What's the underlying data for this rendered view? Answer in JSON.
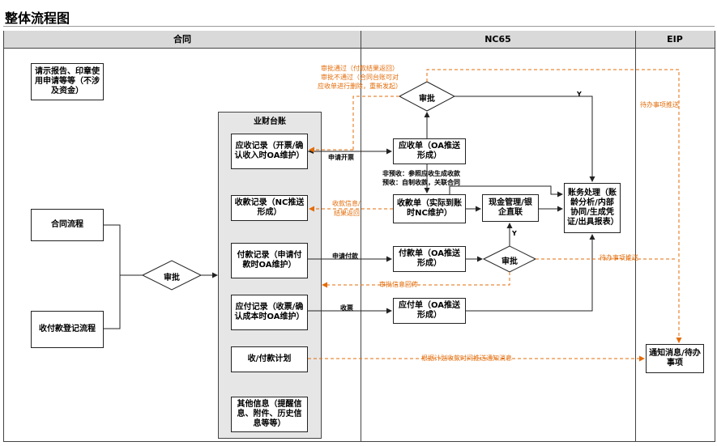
{
  "title": "整体流程图",
  "lanes": {
    "contract": "合同",
    "nc65": "NC65",
    "eip": "EIP"
  },
  "boxes": {
    "request_report": "请示报告、印章使用申请等等（不涉及资金）",
    "contract_flow": "合同流程",
    "payment_reg_flow": "收付款登记流程",
    "ledger_title": "业财台账",
    "receivable_record": "应收记录（开票/确认收入时OA维护）",
    "receipt_record": "收款记录（NC推送形成）",
    "payment_record": "付款记录（申请付款时OA维护）",
    "payable_record": "应付记录（收票/确认成本时OA维护）",
    "plan": "收/付款计划",
    "other_info": "其他信息（提醒信息、附件、历史信息等等）",
    "ar_doc": "应收单（OA推送形成）",
    "receipt_doc": "收款单（实际到账时NC维护）",
    "payment_doc": "付款单（OA推送形成）",
    "payable_doc": "应付单（OA推送形成）",
    "cash_mgmt": "现金管理/银企直联",
    "accounting": "账务处理（账龄分析/内部协同/生成凭证/出具报表）",
    "notify": "通知消息/待办事项"
  },
  "diamonds": {
    "approve_contract": "审批",
    "approve_top": "审批",
    "approve_pay": "审批"
  },
  "labels": {
    "invoice_request": "申请开票",
    "pay_request": "申请付款",
    "receive_invoice": "收票",
    "y_top": "Y",
    "y_mid": "Y",
    "non_prepaid": "非预收：参照应收生成收款",
    "prepaid": "预收：自制收款，关联合同",
    "approve_pass": "审批通过（付款结果返回）",
    "approve_fail": "审批不通过（合同台账可对",
    "approve_fail2": "应收单进行删除，重新发起）",
    "receipt_info": "收款信息/",
    "result_return": "结果返回",
    "todo_push_top": "待办事项推送",
    "todo_push_mid": "待办事项推送",
    "approval_return": "审批信息回传",
    "plan_push": "根据计划收款时间推送通知消息"
  }
}
